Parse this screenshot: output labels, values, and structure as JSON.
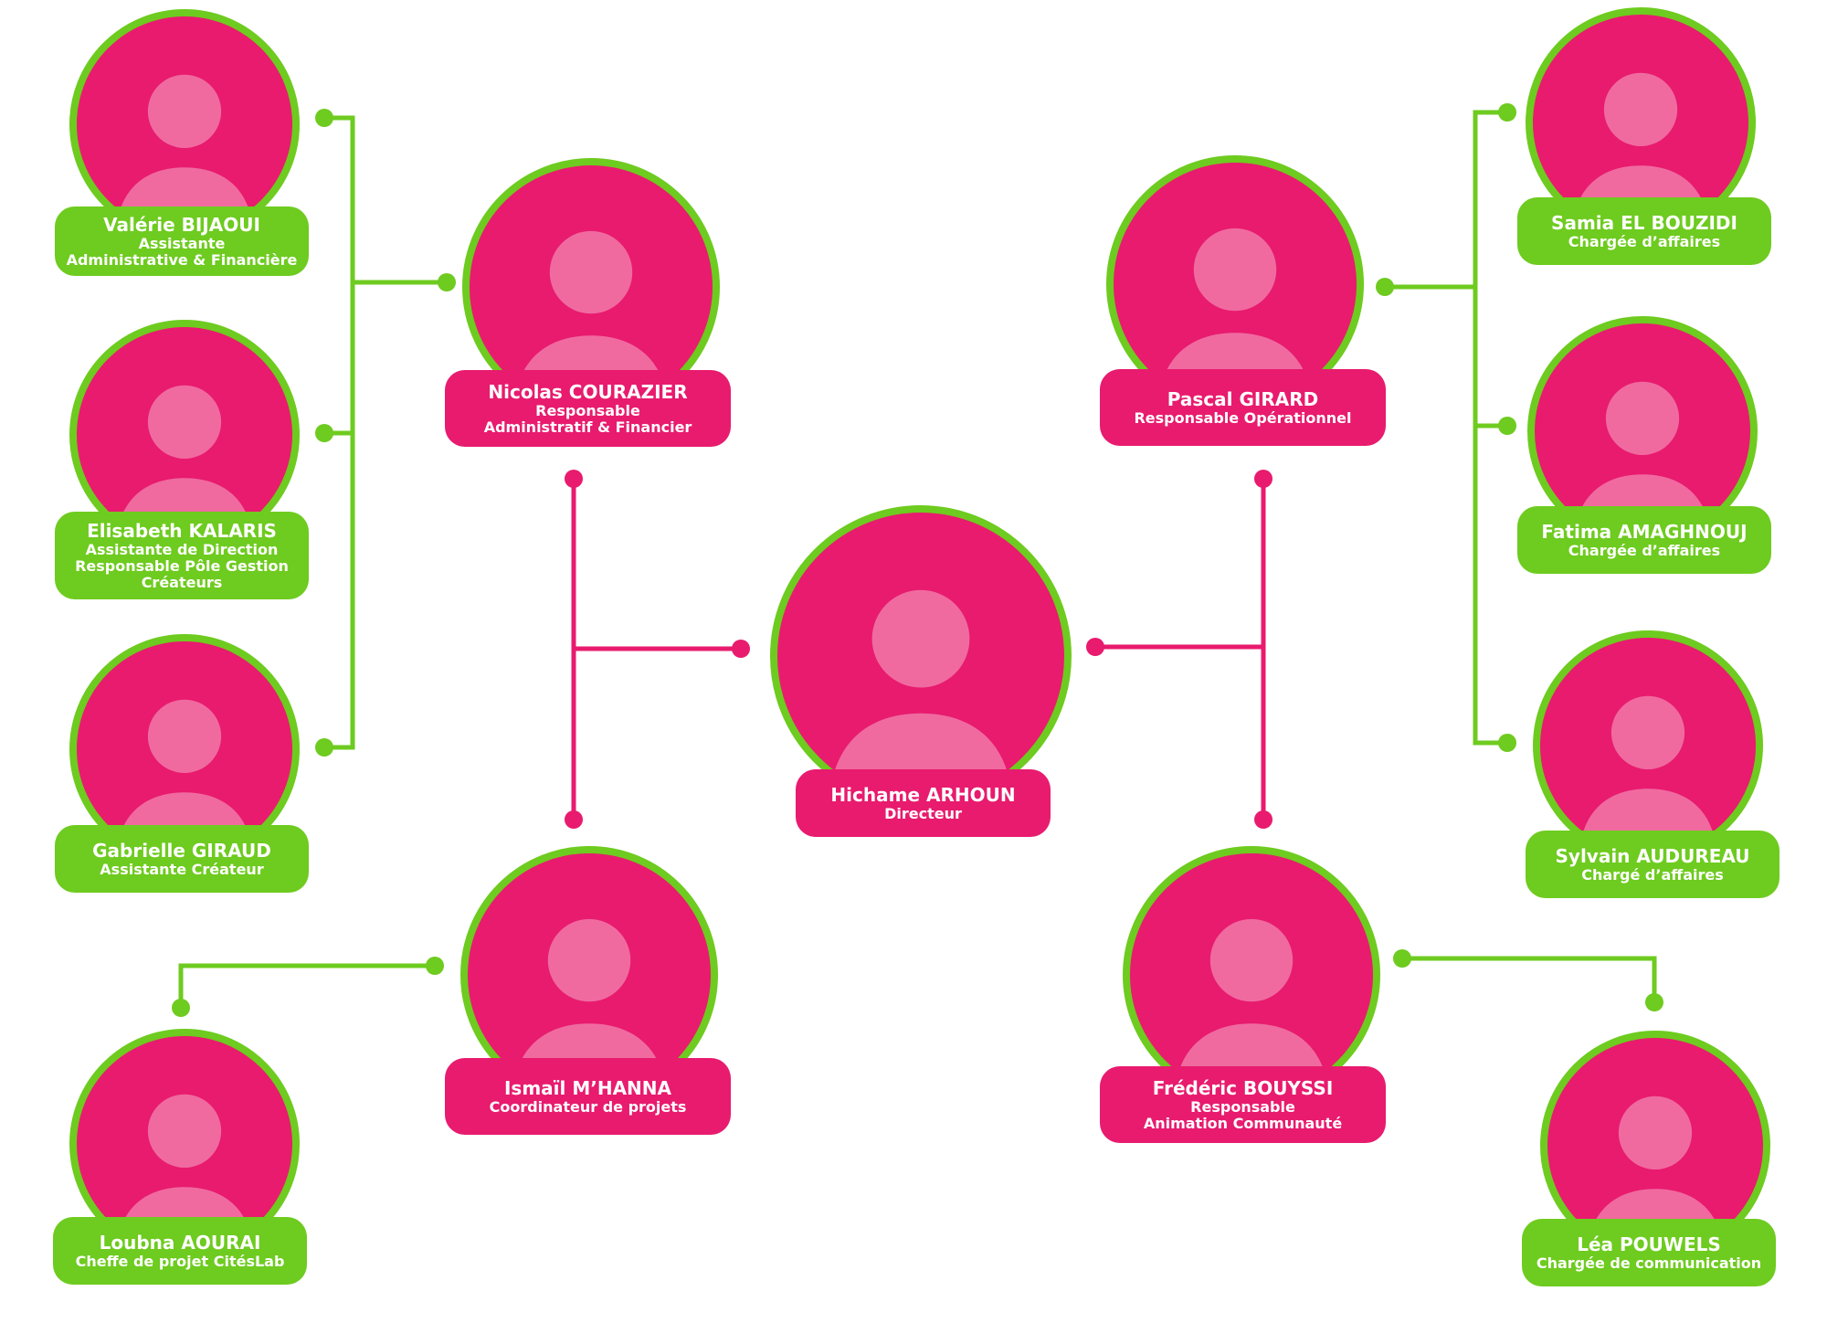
{
  "colors": {
    "pink": "#e81b6e",
    "green": "#6ecb1f",
    "background": "#ffffff"
  },
  "members": [
    {
      "id": "valerie",
      "name": "Valérie BIJAOUI",
      "role": "Assistante\nAdministrative & Financière",
      "tag": "green"
    },
    {
      "id": "elisabeth",
      "name": "Elisabeth KALARIS",
      "role": "Assistante de Direction\nResponsable Pôle Gestion\nCréateurs",
      "tag": "green"
    },
    {
      "id": "gabrielle",
      "name": "Gabrielle GIRAUD",
      "role": "Assistante Créateur",
      "tag": "green"
    },
    {
      "id": "nicolas",
      "name": "Nicolas COURAZIER",
      "role": "Responsable\nAdministratif & Financier",
      "tag": "pink"
    },
    {
      "id": "pascal",
      "name": "Pascal GIRARD",
      "role": "Responsable Opérationnel",
      "tag": "pink"
    },
    {
      "id": "samia",
      "name": "Samia EL BOUZIDI",
      "role": "Chargée d’affaires",
      "tag": "green"
    },
    {
      "id": "fatima",
      "name": "Fatima AMAGHNOUJ",
      "role": "Chargée d’affaires",
      "tag": "green"
    },
    {
      "id": "sylvain",
      "name": "Sylvain AUDUREAU",
      "role": "Chargé d’affaires",
      "tag": "green"
    },
    {
      "id": "hichame",
      "name": "Hichame ARHOUN",
      "role": "Directeur",
      "tag": "pink"
    },
    {
      "id": "ismail",
      "name": "Ismaïl M’HANNA",
      "role": "Coordinateur de projets",
      "tag": "pink"
    },
    {
      "id": "frederic",
      "name": "Frédéric BOUYSSI",
      "role": "Responsable\nAnimation Communauté",
      "tag": "pink"
    },
    {
      "id": "loubna",
      "name": "Loubna AOURAI",
      "role": "Cheffe de projet CitésLab",
      "tag": "green"
    },
    {
      "id": "lea",
      "name": "Léa POUWELS",
      "role": "Chargée de communication",
      "tag": "green"
    }
  ]
}
